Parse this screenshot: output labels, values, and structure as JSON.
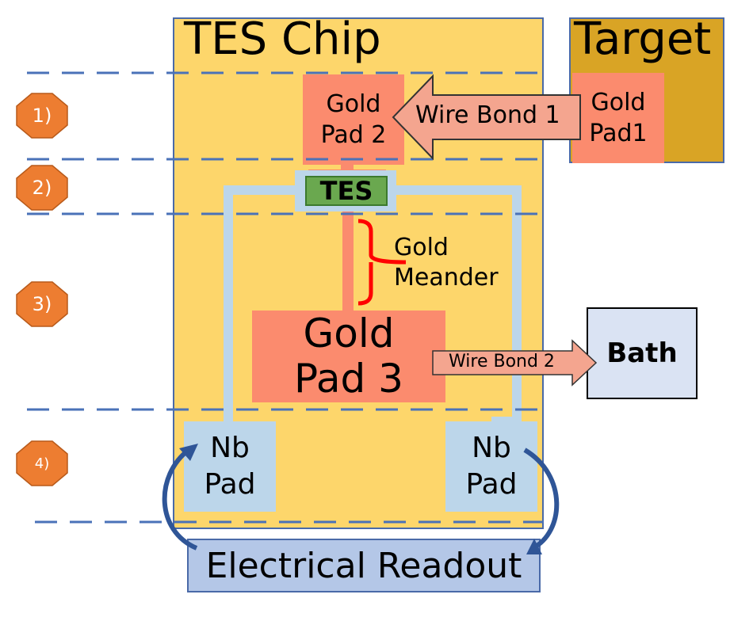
{
  "chip": {
    "title": "TES Chip"
  },
  "target": {
    "title": "Target",
    "pad_label": "Gold\nPad1"
  },
  "gold_pad_2": {
    "label": "Gold\nPad 2"
  },
  "tes": {
    "label": "TES"
  },
  "meander": {
    "label": "Gold\nMeander"
  },
  "gold_pad_3": {
    "label": "Gold\nPad 3"
  },
  "wire_bond_1": {
    "label": "Wire Bond 1"
  },
  "wire_bond_2": {
    "label": "Wire Bond 2"
  },
  "bath": {
    "label": "Bath"
  },
  "nb_pad_left": {
    "label": "Nb\nPad"
  },
  "nb_pad_right": {
    "label": "Nb\nPad"
  },
  "readout": {
    "label": "Electrical Readout"
  },
  "steps": [
    "1)",
    "2)",
    "3)",
    "4)"
  ],
  "colors": {
    "chip": "#fdd66b",
    "target": "#d9a425",
    "gold_pad": "#fb8b6e",
    "nb_pad": "#bcd6ea",
    "tes": "#6aa84f",
    "step_marker": "#ed7d31",
    "divider": "#4a72b8",
    "bracket": "#ff0000"
  }
}
